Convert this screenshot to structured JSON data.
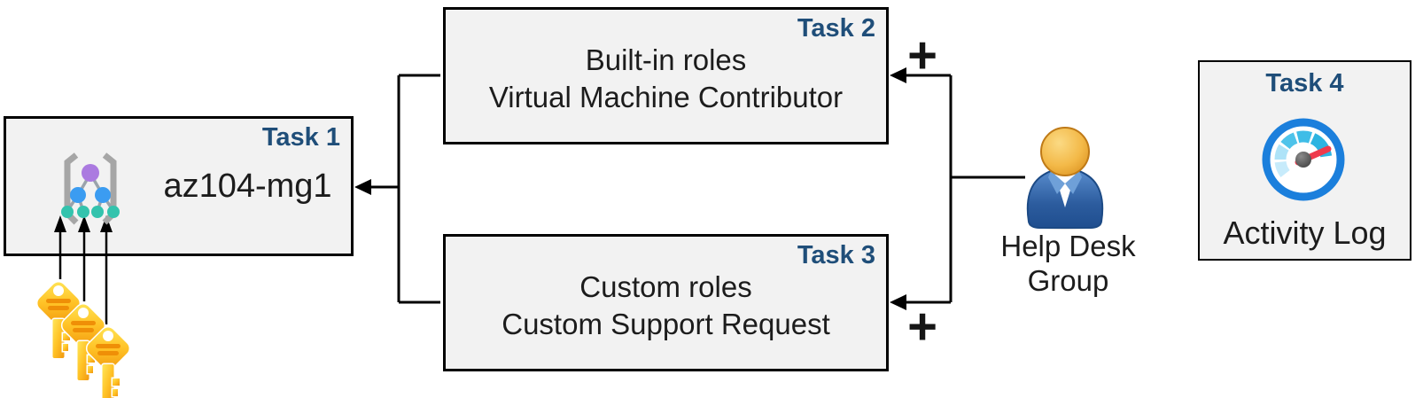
{
  "canvas": {
    "background": "#ffffff"
  },
  "colors": {
    "box_fill": "#f2f2f2",
    "box_border": "#000000",
    "task_label": "#1f4e79",
    "body_text": "#1c1c1c",
    "connector": "#000000",
    "key_gold_light": "#ffe659",
    "key_gold_dark": "#f1980f",
    "key_stripe": "#ef8f07",
    "person_head": "#f3b948",
    "person_body": "#2c5c9e",
    "gauge_ring": "#1b7fdc",
    "gauge_needle": "#ef3a4c",
    "mg_root": "#ab7ae0",
    "mg_mid": "#3b9cf1",
    "mg_leaf": "#33c3ad",
    "mg_bracket": "#a6a6a6"
  },
  "boxes": {
    "task1": {
      "label": "Task 1",
      "title": "az104-mg1"
    },
    "task2": {
      "label": "Task 2",
      "line1": "Built-in roles",
      "line2": "Virtual Machine Contributor"
    },
    "task3": {
      "label": "Task 3",
      "line1": "Custom roles",
      "line2": "Custom Support Request"
    },
    "task4": {
      "label": "Task 4",
      "caption": "Activity Log"
    }
  },
  "annotations": {
    "help_desk": {
      "line1": "Help Desk",
      "line2": "Group"
    },
    "plus_top": "+",
    "plus_bottom": "+"
  }
}
